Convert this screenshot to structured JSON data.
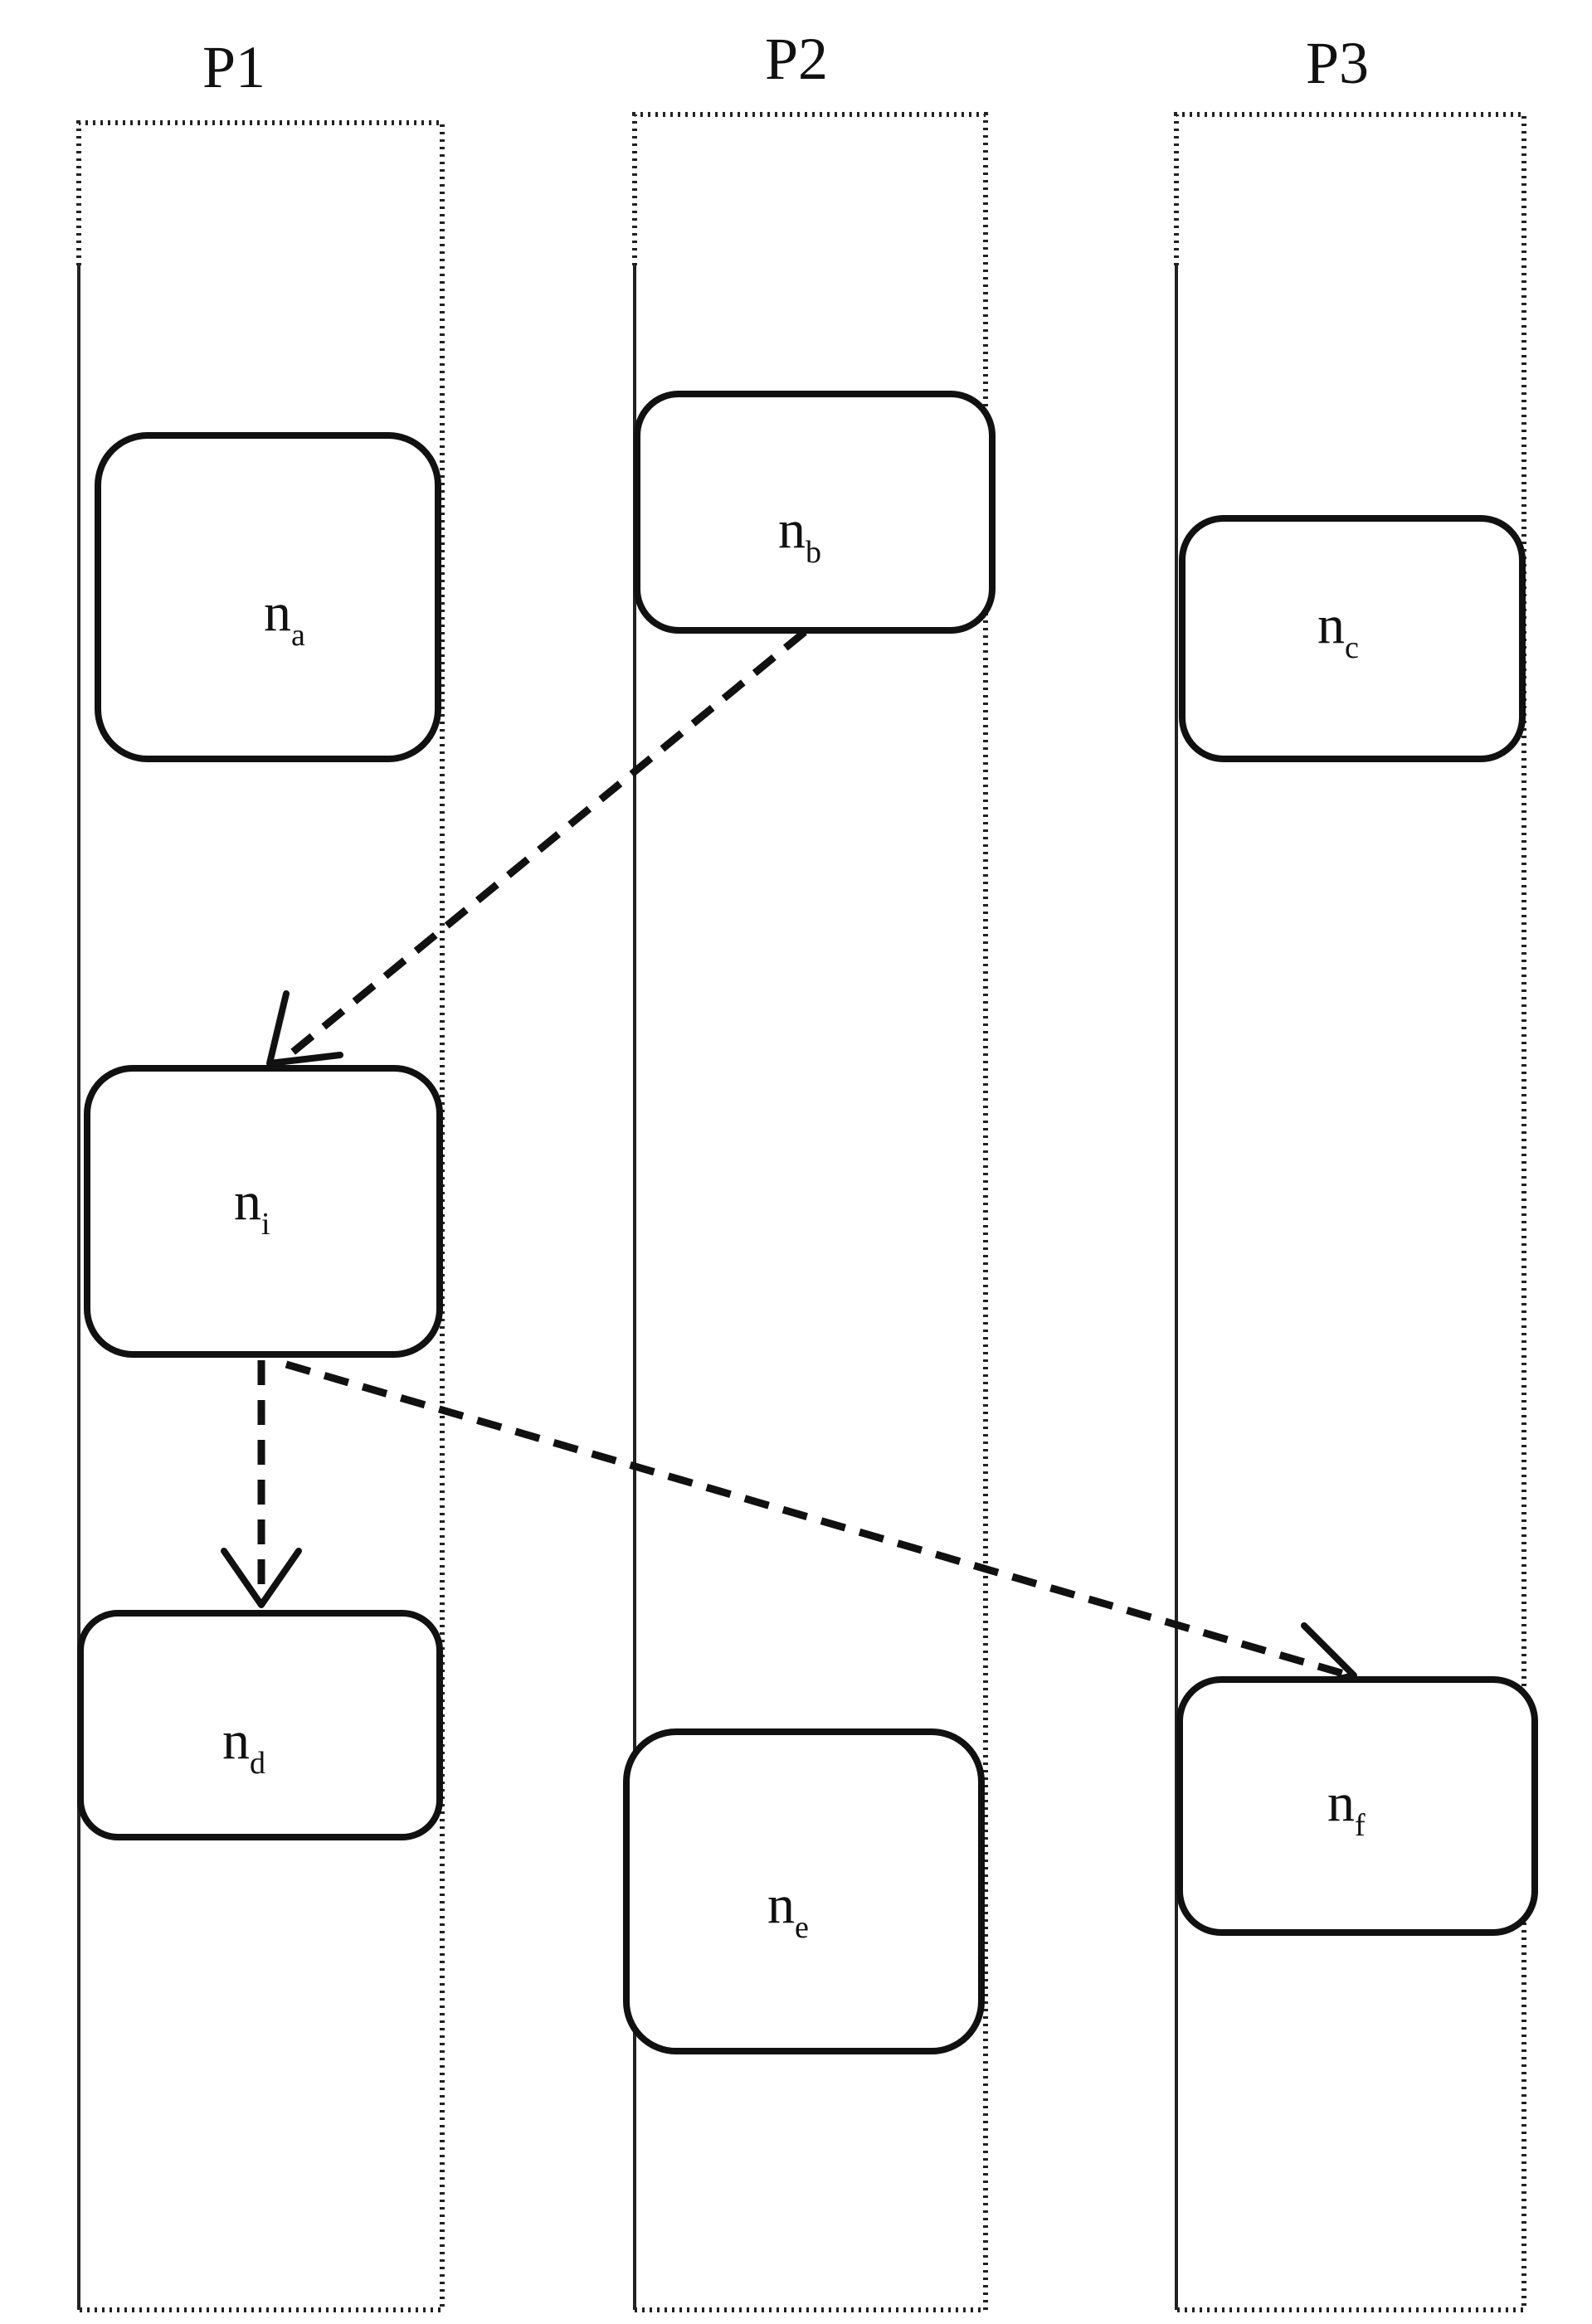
{
  "lanes": [
    {
      "id": "P1",
      "title": "P1"
    },
    {
      "id": "P2",
      "title": "P2"
    },
    {
      "id": "P3",
      "title": "P3"
    }
  ],
  "nodes": [
    {
      "id": "na",
      "base": "n",
      "sub": "a",
      "lane": "P1"
    },
    {
      "id": "nb",
      "base": "n",
      "sub": "b",
      "lane": "P2"
    },
    {
      "id": "nc",
      "base": "n",
      "sub": "c",
      "lane": "P3"
    },
    {
      "id": "ni",
      "base": "n",
      "sub": "i",
      "lane": "P1"
    },
    {
      "id": "nd",
      "base": "n",
      "sub": "d",
      "lane": "P1"
    },
    {
      "id": "ne",
      "base": "n",
      "sub": "e",
      "lane": "P2"
    },
    {
      "id": "nf",
      "base": "n",
      "sub": "f",
      "lane": "P3"
    }
  ],
  "edges": [
    {
      "from": "nb",
      "to": "ni",
      "style": "dashed"
    },
    {
      "from": "ni",
      "to": "nd",
      "style": "dashed"
    },
    {
      "from": "ni",
      "to": "nf",
      "style": "dashed"
    }
  ]
}
